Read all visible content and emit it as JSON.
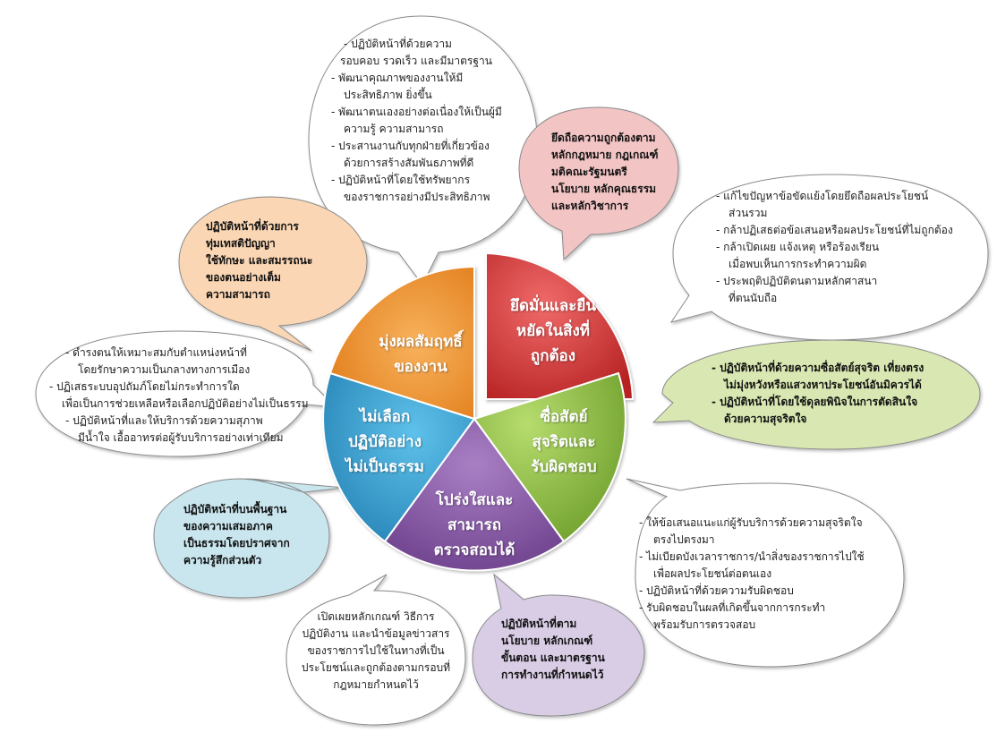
{
  "colors": {
    "red": "#d83a3a",
    "green": "#8fc24a",
    "purple": "#8b5ba8",
    "blue": "#37a5d8",
    "orange": "#f2922a",
    "bubble_pink": "#f2c4c4",
    "bubble_peach": "#fbd6b4",
    "bubble_green": "#d9e8b2",
    "bubble_blue": "#c9e6ef",
    "bubble_purple": "#d9cde6",
    "bubble_white": "#ffffff"
  },
  "segments": {
    "s1": [
      "ยึดมั่นและยืน",
      "หยัดในสิ่งที่",
      "ถูกต้อง"
    ],
    "s2": [
      "ซื่อสัตย์",
      "สุจริตและ",
      "รับผิดชอบ"
    ],
    "s3": [
      "โปร่งใสและ",
      "สามารถ",
      "ตรวจสอบได้"
    ],
    "s4": [
      "ไม่เลือก",
      "ปฏิบัติอย่าง",
      "ไม่เป็นธรรม"
    ],
    "s5": [
      "มุ่งผลสัมฤทธิ์",
      "ของงาน"
    ]
  },
  "bubbles": {
    "top": [
      "-  ปฏิบัติหน้าที่ด้วยความ",
      "รอบคอบ รวดเร็ว  และมีมาตรฐาน",
      "-  พัฒนาคุณภาพของงานให้มี",
      "ประสิทธิภาพ  ยิ่งขึ้น",
      "-  พัฒนาตนเองอย่างต่อเนื่องให้เป็นผู้มี",
      "ความรู้ ความสามารถ",
      "-  ประสานงานกับทุกฝ่ายที่เกี่ยวข้อง",
      "ด้วยการสร้างสัมพันธภาพที่ดี",
      "-  ปฏิบัติหน้าที่โดยใช้ทรัพยากร",
      "ของราชการอย่างมีประสิทธิภาพ"
    ],
    "pink": [
      "ยึดถือความถูกต้องตาม",
      "หลักกฎหมาย กฎเกณฑ์",
      "มติคณะรัฐมนตรี",
      "นโยบาย หลักคุณธรรม",
      "และหลักวิชาการ"
    ],
    "right_top": [
      "-  แก้ไขปัญหาข้อขัดแย้งโดยยึดถือผลประโยชน์",
      "ส่วนรวม",
      "-  กล้าปฏิเสธต่อข้อเสนอหรือผลประโยชน์ที่ไม่ถูกต้อง",
      "-  กล้าเปิดเผย แจ้งเหตุ หรือร้องเรียน",
      "เมื่อพบเห็นการกระทำความผิด",
      "-  ประพฤติปฏิบัติตนตามหลักศาสนา",
      "ที่ตนนับถือ"
    ],
    "peach": [
      "ปฏิบัติหน้าที่ด้วยการ",
      "ทุ่มเทสติปัญญา",
      "ใช้ทักษะ และสมรรถนะ",
      "ของตนอย่างเต็ม",
      "ความสามารถ"
    ],
    "green": [
      "-  ปฏิบัติหน้าที่ด้วยความซื่อสัตย์สุจริต เที่ยงตรง",
      "ไม่มุ่งหวังหรือแสวงหาประโยชน์อันมิควรได้",
      "-  ปฏิบัติหน้าที่โดยใช้ดุลยพินิจในการตัดสินใจ",
      "ด้วยความสุจริตใจ"
    ],
    "left": [
      "-  ดำรงตนให้เหมาะสมกับตำแหน่งหน้าที่",
      "โดยรักษาความเป็นกลางทางการเมือง",
      "-  ปฏิเสธระบบอุปถัมภ์โดยไม่กระทำการใด",
      "เพื่อเป็นการช่วยเหลือหรือเลือกปฏิบัติอย่างไม่เป็นธรรม",
      "-  ปฏิบัติหน้าที่และให้บริการด้วยความสุภาพ",
      "มีน้ำใจ เอื้ออาทรต่อผู้รับบริการอย่างเท่าเทียม"
    ],
    "blue": [
      "ปฏิบัติหน้าที่บนพื้นฐาน",
      "ของความเสมอภาค",
      "เป็นธรรมโดยปราศจาก",
      "ความรู้สึกส่วนตัว"
    ],
    "right_bottom": [
      "-  ให้ข้อเสนอแนะแก่ผู้รับบริการด้วยความสุจริตใจ",
      "ตรงไปตรงมา",
      "-  ไม่เบียดบังเวลาราชการ/นำสิ่งของราชการไปใช้",
      "เพื่อผลประโยชน์ต่อตนเอง",
      "-  ปฏิบัติหน้าที่ด้วยความรับผิดชอบ",
      "-  รับผิดชอบในผลที่เกิดขึ้นจากการกระทำ",
      "พร้อมรับการตรวจสอบ"
    ],
    "purple": [
      "ปฏิบัติหน้าที่ตาม",
      "นโยบาย หลักเกณฑ์",
      "ขั้นตอน และมาตรฐาน",
      "การทำงานที่กำหนดไว้"
    ],
    "bottom": [
      "เปิดเผยหลักเกณฑ์ วิธีการ",
      "ปฏิบัติงาน และนำข้อมูลข่าวสาร",
      "ของราชการไปใช้ในทางที่เป็น",
      "ประโยชน์และถูกต้องตามกรอบที่",
      "กฎหมายกำหนดไว้"
    ]
  }
}
